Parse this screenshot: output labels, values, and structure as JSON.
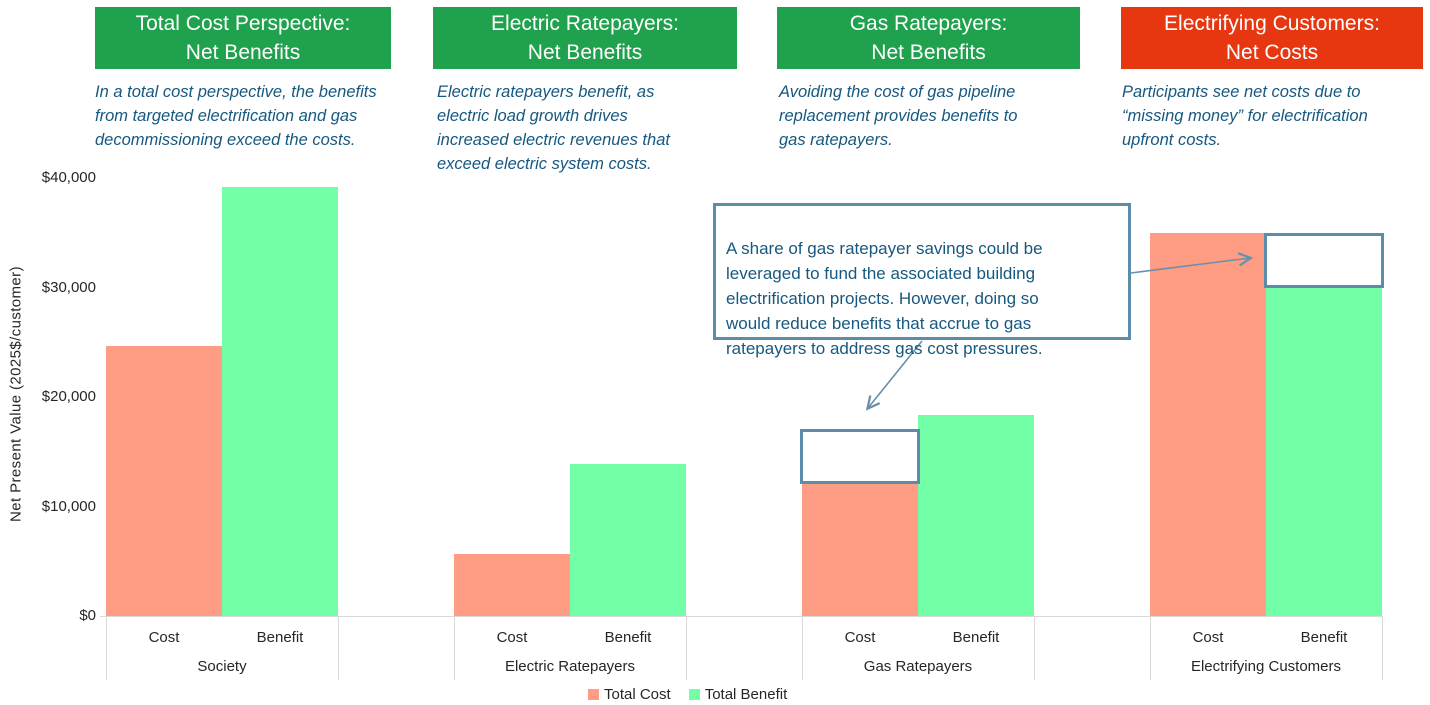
{
  "panels": [
    {
      "title": "Total Cost Perspective:\nNet Benefits",
      "title_bg": "#1FA14D",
      "description": "In a total cost perspective, the benefits\nfrom targeted electrification and gas\ndecommissioning exceed the costs."
    },
    {
      "title": "Electric Ratepayers:\nNet Benefits",
      "title_bg": "#1FA14D",
      "description": "Electric ratepayers benefit, as\nelectric load growth drives\nincreased electric revenues that\nexceed electric system costs."
    },
    {
      "title": "Gas Ratepayers:\nNet Benefits",
      "title_bg": "#1FA14D",
      "description": "Avoiding the cost of gas pipeline\nreplacement provides benefits to\ngas ratepayers."
    },
    {
      "title": "Electrifying Customers:\nNet Costs",
      "title_bg": "#E63710",
      "description": "Participants see net costs due to\n“missing money” for electrification\nupfront costs."
    }
  ],
  "callout": {
    "text": "A share of gas ratepayer savings could be\nleveraged to fund the associated building\nelectrification projects. However, doing so\nwould reduce benefits that accrue to gas\nratepayers to address gas cost pressures."
  },
  "chart_data": {
    "type": "bar",
    "categories": [
      "Society",
      "Electric Ratepayers",
      "Gas Ratepayers",
      "Electrifying Customers"
    ],
    "bar_labels": [
      "Cost",
      "Benefit"
    ],
    "series": [
      {
        "name": "Total Cost",
        "color": "#FF9D84",
        "values": [
          24700,
          5700,
          12100,
          35000
        ]
      },
      {
        "name": "Total Benefit",
        "color": "#73FFA8",
        "values": [
          39200,
          13900,
          18400,
          30000
        ]
      }
    ],
    "overlays": [
      {
        "category_index": 2,
        "series_index": 0,
        "from": 12100,
        "to": 17100,
        "border_color": "#5D8CA8",
        "meaning": "share of gas ratepayer savings leveraged for electrification"
      },
      {
        "category_index": 3,
        "series_index": 1,
        "from": 30000,
        "to": 35000,
        "border_color": "#5D8CA8",
        "meaning": "benefit added if gas ratepayer savings are leveraged"
      }
    ],
    "title": "",
    "xlabel": "",
    "ylabel": "Net Present Value (2025$/customer)",
    "ylim": [
      0,
      40000
    ],
    "yticks": [
      0,
      10000,
      20000,
      30000,
      40000
    ],
    "ytick_labels": [
      "$0",
      "$10,000",
      "$20,000",
      "$30,000",
      "$40,000"
    ],
    "legend": [
      "Total Cost",
      "Total Benefit"
    ],
    "legend_position": "bottom",
    "grid": false
  },
  "colors": {
    "axis_gray": "#D9D9D9",
    "text_dark": "#262626",
    "note_blue": "#16587F",
    "callout_border": "#5D8CA8",
    "arrow": "#6890AC",
    "header_green": "#1FA14D",
    "header_red": "#E63710"
  }
}
